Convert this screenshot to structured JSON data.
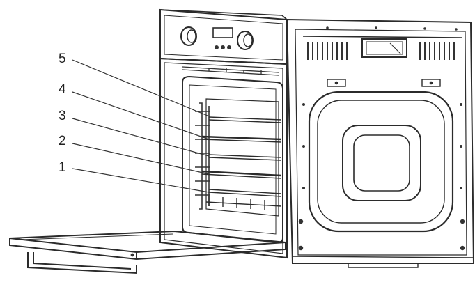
{
  "diagram": {
    "shelf_labels": [
      "5",
      "4",
      "3",
      "2",
      "1"
    ],
    "line_color": "#2b2b2b"
  }
}
